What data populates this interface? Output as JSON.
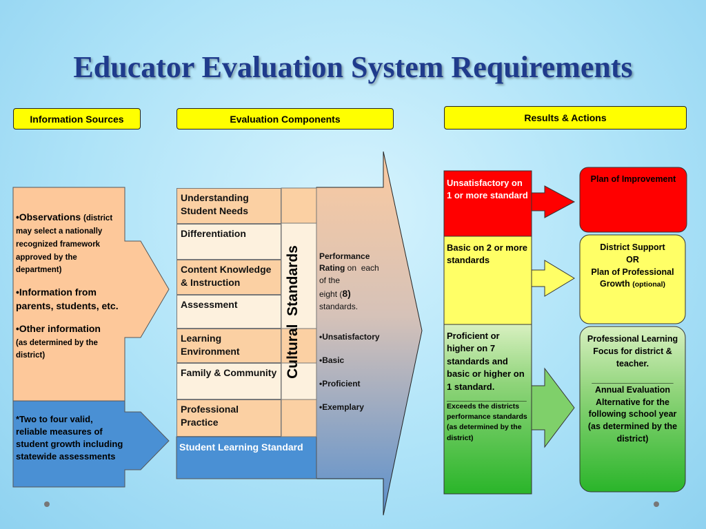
{
  "title": "Educator Evaluation System Requirements",
  "headers": {
    "info": "Information Sources",
    "eval": "Evaluation Components",
    "results": "Results & Actions"
  },
  "info_sources": {
    "obs_main": "Observations",
    "obs_detail": "(district may select a nationally recognized framework approved by the department)",
    "parents": "Information from parents, students, etc.",
    "other_main": "Other information",
    "other_detail": "(as determined by the district)",
    "measures": "*Two to four valid, reliable measures of student growth including statewide assessments"
  },
  "components": [
    "Understanding Student Needs",
    "Differentiation",
    "Content Knowledge & Instruction",
    "Assessment",
    "Learning Environment",
    "Family & Community",
    "Professional Practice"
  ],
  "student_learning": "Student Learning  Standard",
  "cultural_standards": "Cultural  Standards",
  "performance": {
    "line1": "Performance",
    "line2a": "Rating",
    "line2b": " on  each",
    "line3": "of the",
    "line4a": "eight (",
    "line4b": "8)",
    "line5": "standards.",
    "ratings": [
      "Unsatisfactory",
      "Basic",
      "Proficient",
      "Exemplary"
    ]
  },
  "results": {
    "red": "Unsatisfactory on 1 or more standard",
    "yellow": "Basic on 2 or more standards",
    "green_main": "Proficient or higher on 7 standards and basic or higher on 1 standard.",
    "green_line": "________________",
    "green_detail": "Exceeds the districts performance standards (as determined by the district)"
  },
  "outcomes": {
    "improvement": "Plan of Improvement",
    "support_1": "District Support",
    "support_2": "OR",
    "support_3": "Plan of Professional Growth",
    "support_opt": "(optional)",
    "prof_1": "Professional Learning Focus for district & teacher.",
    "prof_line": "_________________",
    "prof_2": "Annual Evaluation Alternative for the following school year (as determined by the district)"
  },
  "colors": {
    "header_yellow": "#ffff00",
    "orange_panel": "#fdc89a",
    "blue_panel": "#4a90d4",
    "red": "#ff0000",
    "yellow": "#ffff66",
    "green": "#44bb44",
    "title": "#1f3b8c"
  }
}
